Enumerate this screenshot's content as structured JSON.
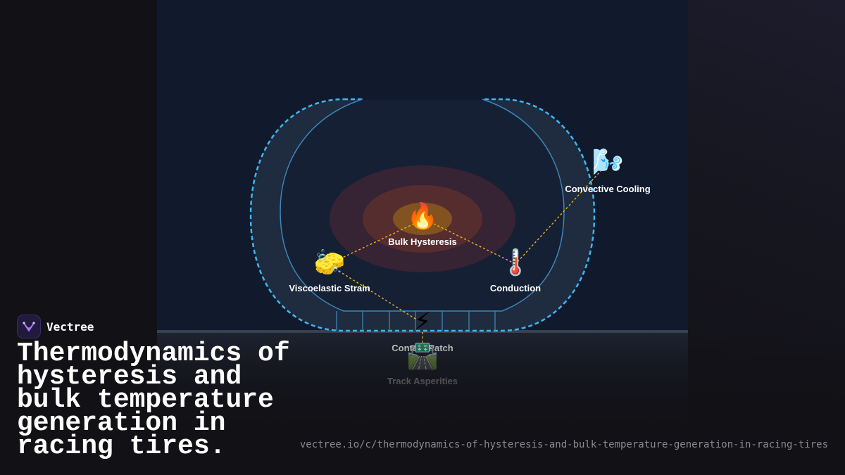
{
  "brand": {
    "name": "Vectree"
  },
  "title": "Thermodynamics of hysteresis and bulk temperature generation in racing tires.",
  "url": "vectree.io/c/thermodynamics-of-hysteresis-and-bulk-temperature-generation-in-racing-tires",
  "colors": {
    "background": "#121116",
    "panel": "#111a2c",
    "tire_outline": "#3fb6f5",
    "connector": "#f2b21c",
    "heat": "#f59e0b"
  },
  "diagram": {
    "nodes": [
      {
        "id": "bulk",
        "label": "Bulk Hysteresis",
        "icon": "fire-icon",
        "glyph": "🔥"
      },
      {
        "id": "strain",
        "label": "Viscoelastic Strain",
        "icon": "sponge-icon",
        "glyph": "🧽"
      },
      {
        "id": "conduction",
        "label": "Conduction",
        "icon": "thermometer-icon",
        "glyph": "🌡️"
      },
      {
        "id": "cooling",
        "label": "Convective Cooling",
        "icon": "wind-icon",
        "glyph": "🌬️"
      },
      {
        "id": "contact",
        "label": "Contact Patch",
        "icon": "lightning-icon",
        "glyph": "⚡"
      },
      {
        "id": "track",
        "label": "Track Asperities",
        "icon": "road-icon",
        "glyph": "🛣️"
      }
    ],
    "edges": [
      [
        "bulk",
        "strain"
      ],
      [
        "bulk",
        "conduction"
      ],
      [
        "conduction",
        "cooling"
      ],
      [
        "strain",
        "contact"
      ],
      [
        "contact",
        "track"
      ]
    ]
  }
}
